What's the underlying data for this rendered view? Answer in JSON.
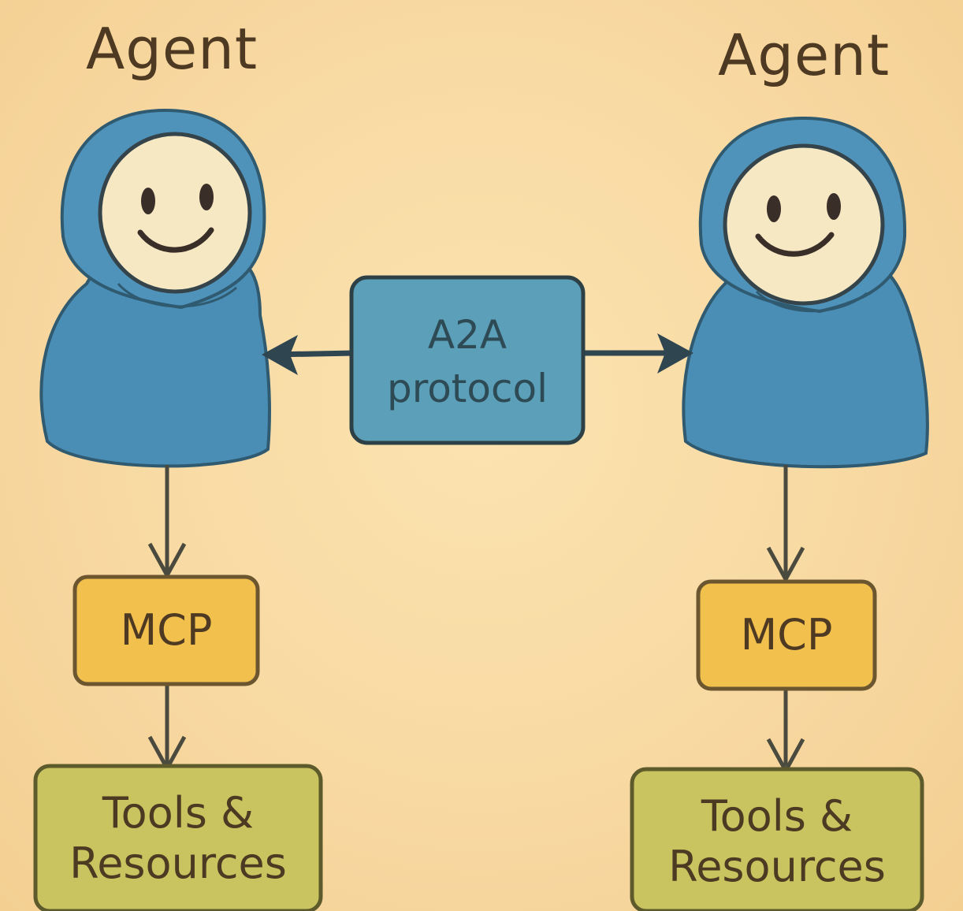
{
  "agents": [
    {
      "title": "Agent",
      "mcp_label": "MCP",
      "tools_label": "Tools &\nResources"
    },
    {
      "title": "Agent",
      "mcp_label": "MCP",
      "tools_label": "Tools &\nResources"
    }
  ],
  "center": {
    "line1": "A2A",
    "line2": "protocol"
  },
  "colors": {
    "background": "#f8d9a2",
    "hoodie": "#4a8db5",
    "face": "#f7e8c4",
    "a2a_box": "#5b9fb8",
    "mcp_box": "#f2c04d",
    "tools_box": "#c9c460",
    "outline": "#3a4a44",
    "arrow": "#2f4650"
  },
  "icons": [
    "agent-figure-icon",
    "double-arrow-icon",
    "down-arrow-icon"
  ]
}
